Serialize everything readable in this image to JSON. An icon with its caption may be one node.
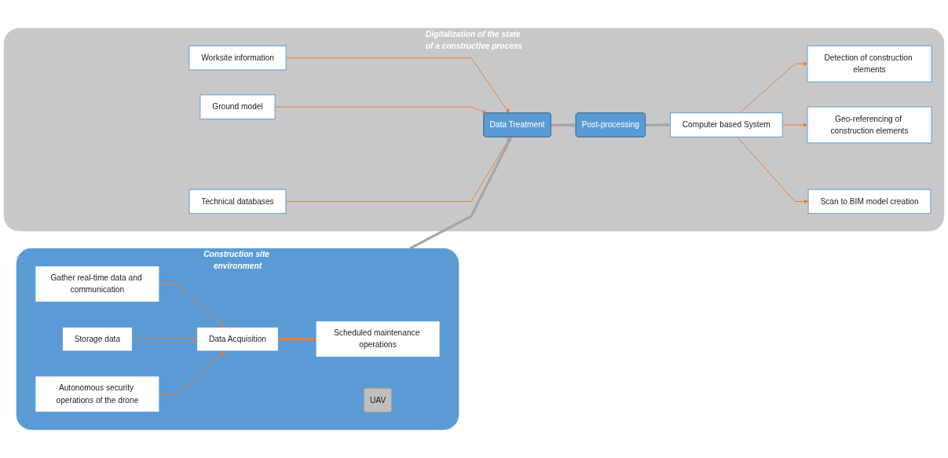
{
  "diagram": {
    "nodes": [
      {
        "text": [
          "Construction site environment"
        ]
      },
      {
        "text": [
          "Gather real-time data and communication"
        ],
        "in": 0
      },
      {
        "text": [
          "Storage data"
        ],
        "in": 0
      },
      {
        "text": [
          "Autonomous security operations of the drone"
        ],
        "in": 0
      },
      {
        "text": [
          "UAV"
        ],
        "in": 0
      },
      {
        "text": [
          "Data Acquisition"
        ],
        "in": 0
      },
      {
        "text": [
          "Scheduled maintenance operations"
        ],
        "in": 0
      },
      {
        "text": [
          "Digitalization of the state of a constructive process"
        ]
      },
      {
        "text": [
          "Worksite information"
        ],
        "in": 7
      },
      {
        "text": [
          "Ground model"
        ],
        "in": 7
      },
      {
        "text": [
          "Technical databases"
        ],
        "in": 7
      },
      {
        "text": [
          "Data Treatment"
        ],
        "in": 7
      },
      {
        "text": [
          "Post-processing"
        ],
        "in": 7
      },
      {
        "text": [
          "Computer based System"
        ],
        "in": 7
      },
      {
        "text": [
          "Detection of construction elements"
        ],
        "in": 7
      },
      {
        "text": [
          "Geo-referencing of construction elements"
        ],
        "in": 7
      },
      {
        "text": [
          "Scan to BIM model creation"
        ],
        "in": 7
      }
    ],
    "edges": [
      {
        "from": 1,
        "to": 5,
        "arrow": "to"
      },
      {
        "from": 2,
        "to": 5,
        "arrow": "to"
      },
      {
        "from": 3,
        "to": 5,
        "arrow": "to"
      },
      {
        "from": 5,
        "to": 6,
        "arrow": "to",
        "style": "thick"
      },
      {
        "from": 0,
        "to": 11,
        "arrow": "to",
        "style": "thick",
        "color": "#a6a6a6"
      },
      {
        "from": 8,
        "to": 11,
        "arrow": "to"
      },
      {
        "from": 9,
        "to": 11,
        "arrow": "to"
      },
      {
        "from": 10,
        "to": 11,
        "arrow": "to"
      },
      {
        "from": 11,
        "to": 12,
        "arrow": "to",
        "style": "thick",
        "color": "#a6a6a6"
      },
      {
        "from": 12,
        "to": 13,
        "arrow": "to",
        "style": "thick",
        "color": "#a6a6a6"
      },
      {
        "from": 13,
        "to": 14,
        "arrow": "to"
      },
      {
        "from": 13,
        "to": 15,
        "arrow": "to"
      },
      {
        "from": 13,
        "to": 16,
        "arrow": "to"
      }
    ]
  }
}
